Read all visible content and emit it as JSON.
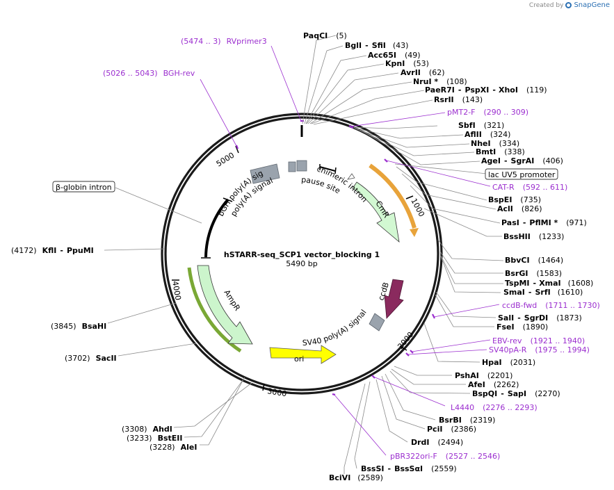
{
  "credit": {
    "prefix": "Created by",
    "brand": "SnapGene"
  },
  "plasmid": {
    "name": "hSTARR-seq_SCP1 vector_blocking 1",
    "length": "5490 bp"
  },
  "ruler": [
    "1000",
    "2000",
    "3000",
    "4000",
    "5000"
  ],
  "enzymes": [
    {
      "name": "PaqCI",
      "pos": "(5)"
    },
    {
      "name": "BglI",
      "sep": "-",
      "name2": "SfiI",
      "pos": "(43)"
    },
    {
      "name": "Acc65I",
      "pos": "(49)"
    },
    {
      "name": "KpnI",
      "pos": "(53)"
    },
    {
      "name": "AvrII",
      "pos": "(62)"
    },
    {
      "name": "NruI *",
      "pos": "(108)"
    },
    {
      "name": "PaeR7I",
      "sep": "-",
      "name2": "PspXI",
      "sep2": "-",
      "name3": "XhoI",
      "pos": "(119)"
    },
    {
      "name": "RsrII",
      "pos": "(143)"
    },
    {
      "name": "SbfI",
      "pos": "(321)"
    },
    {
      "name": "AflII",
      "pos": "(324)"
    },
    {
      "name": "NheI",
      "pos": "(334)"
    },
    {
      "name": "BmtI",
      "pos": "(338)"
    },
    {
      "name": "AgeI",
      "sep": "-",
      "name2": "SgrAI",
      "pos": "(406)"
    },
    {
      "name": "BspEI",
      "pos": "(735)"
    },
    {
      "name": "AclI",
      "pos": "(826)"
    },
    {
      "name": "PasI",
      "sep": "-",
      "name2": "PflMI *",
      "pos": "(971)"
    },
    {
      "name": "BssHII",
      "pos": "(1233)"
    },
    {
      "name": "BbvCI",
      "pos": "(1464)"
    },
    {
      "name": "BsrGI",
      "pos": "(1583)"
    },
    {
      "name": "TspMI",
      "sep": "-",
      "name2": "XmaI",
      "pos": "(1608)"
    },
    {
      "name": "SmaI",
      "sep": "-",
      "name2": "SrfI",
      "pos": "(1610)"
    },
    {
      "name": "SalI",
      "sep": "-",
      "name2": "SgrDI",
      "pos": "(1873)"
    },
    {
      "name": "FseI",
      "pos": "(1890)"
    },
    {
      "name": "HpaI",
      "pos": "(2031)"
    },
    {
      "name": "PshAI",
      "pos": "(2201)"
    },
    {
      "name": "AfeI",
      "pos": "(2262)"
    },
    {
      "name": "BspQI",
      "sep": "-",
      "name2": "SapI",
      "pos": "(2270)"
    },
    {
      "name": "BsrBI",
      "pos": "(2319)"
    },
    {
      "name": "PciI",
      "pos": "(2386)"
    },
    {
      "name": "DrdI",
      "pos": "(2494)"
    },
    {
      "name": "BssSI",
      "sep": "-",
      "name2": "BssSαI",
      "pos": "(2559)"
    },
    {
      "name": "BciVI",
      "pos": "(2589)"
    },
    {
      "name": "AleI",
      "pos": "(3228)"
    },
    {
      "name": "BstEII",
      "pos": "(3233)"
    },
    {
      "name": "AhdI",
      "pos": "(3308)"
    },
    {
      "name": "SacII",
      "pos": "(3702)"
    },
    {
      "name": "BsaHI",
      "pos": "(3845)"
    },
    {
      "name": "KflI",
      "sep": "-",
      "name2": "PpuMI",
      "pos": "(4172)"
    }
  ],
  "primers": [
    {
      "range": "(5474 .. 3)",
      "name": "RVprimer3"
    },
    {
      "range": "(5026 .. 5043)",
      "name": "BGH-rev"
    },
    {
      "name": "pMT2-F",
      "range": "(290 .. 309)"
    },
    {
      "name": "CAT-R",
      "range": "(592 .. 611)"
    },
    {
      "name": "ccdB-fwd",
      "range": "(1711 .. 1730)"
    },
    {
      "name": "EBV-rev",
      "range": "(1921 .. 1940)"
    },
    {
      "name": "SV40pA-R",
      "range": "(1975 .. 1994)"
    },
    {
      "name": "L4440",
      "range": "(2276 .. 2293)"
    },
    {
      "name": "pBR322ori-F",
      "range": "(2527 .. 2546)"
    }
  ],
  "boxed": {
    "lac": "lac UV5 promoter",
    "globin": "β-globin intron"
  },
  "features": {
    "bgh": "bGH poly(A) signal",
    "polya": "poly(A) signal",
    "pause": "pause site",
    "chimeric": "chimeric intron",
    "cmr": "CmR",
    "ccdb": "ccdB",
    "sv40": "SV40 poly(A) signal",
    "ori": "ori",
    "ampr": "AmpR"
  },
  "colors": {
    "purple": "#9b2ecf",
    "cmr_fill": "#d2f8d2",
    "cmr_border": "#e8a33a",
    "ampr_fill": "#ccf5cc",
    "ampr_border": "#7aa835",
    "ccdb": "#8a2a5e",
    "ori": "#ffff00",
    "grey": "#9aa3ad"
  }
}
